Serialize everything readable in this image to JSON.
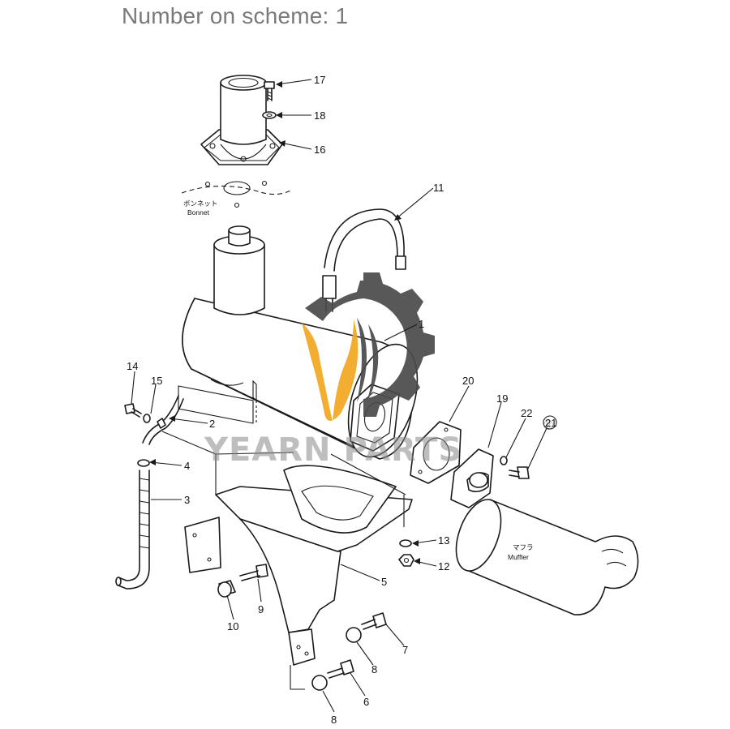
{
  "header": {
    "title": "Number on scheme: 1"
  },
  "labels": {
    "bonnet_jp": "ボンネット",
    "bonnet": "Bonnet",
    "muffler_jp": "マフラ",
    "muffler": "Muffler"
  },
  "watermark": {
    "text": "YEARN PARTS",
    "registered": "®",
    "logo_icon": "gear-flame-logo",
    "colors": {
      "gear": "#4a4a4a",
      "flame": "#f2a820"
    }
  },
  "callouts": [
    {
      "name": "callout-17",
      "num": "17"
    },
    {
      "name": "callout-18",
      "num": "18"
    },
    {
      "name": "callout-16",
      "num": "16"
    },
    {
      "name": "callout-11",
      "num": "11"
    },
    {
      "name": "callout-1",
      "num": "1"
    },
    {
      "name": "callout-14",
      "num": "14"
    },
    {
      "name": "callout-15",
      "num": "15"
    },
    {
      "name": "callout-2",
      "num": "2"
    },
    {
      "name": "callout-20",
      "num": "20"
    },
    {
      "name": "callout-19",
      "num": "19"
    },
    {
      "name": "callout-22",
      "num": "22"
    },
    {
      "name": "callout-21",
      "num": "21"
    },
    {
      "name": "callout-4",
      "num": "4"
    },
    {
      "name": "callout-3",
      "num": "3"
    },
    {
      "name": "callout-13",
      "num": "13"
    },
    {
      "name": "callout-12",
      "num": "12"
    },
    {
      "name": "callout-5",
      "num": "5"
    },
    {
      "name": "callout-9",
      "num": "9"
    },
    {
      "name": "callout-10",
      "num": "10"
    },
    {
      "name": "callout-7",
      "num": "7"
    },
    {
      "name": "callout-8a",
      "num": "8"
    },
    {
      "name": "callout-6",
      "num": "6"
    },
    {
      "name": "callout-8b",
      "num": "8"
    }
  ]
}
